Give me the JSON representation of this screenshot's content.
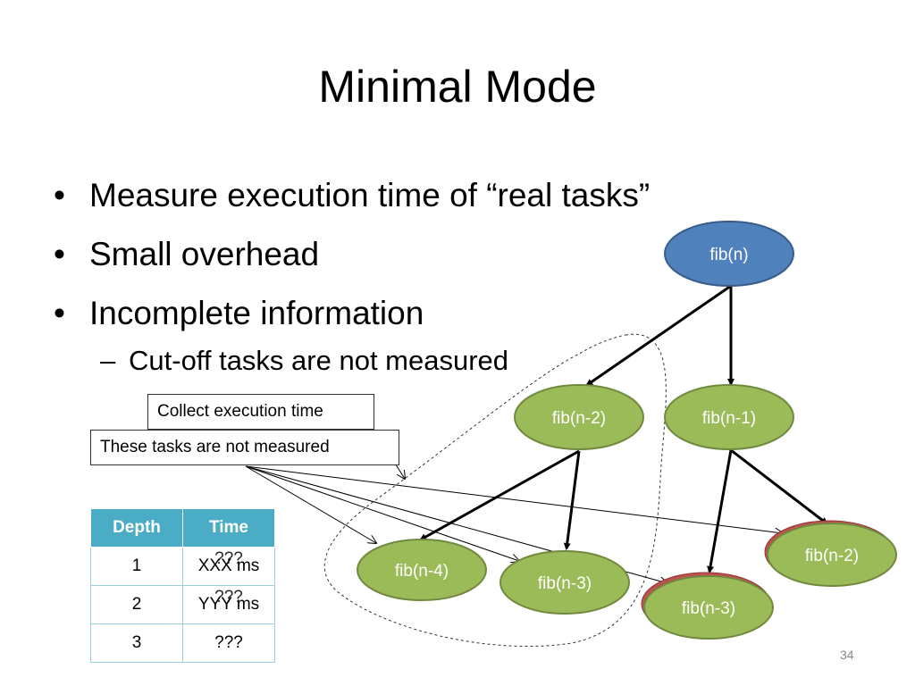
{
  "slide": {
    "title": "Minimal Mode",
    "bullets": [
      "Measure execution time of “real tasks”",
      "Small overhead",
      "Incomplete information"
    ],
    "sub_bullet": "Cut-off tasks are not measured",
    "callouts": {
      "collect": "Collect execution time",
      "not_measured": "These tasks are not measured"
    },
    "page_number": "34"
  },
  "table": {
    "headers": [
      "Depth",
      "Time"
    ],
    "rows": [
      {
        "depth": "1",
        "time": "XXX ms",
        "time_overlay": "???"
      },
      {
        "depth": "2",
        "time": "YYY ms",
        "time_overlay": "???"
      },
      {
        "depth": "3",
        "time": "???",
        "time_overlay": ""
      }
    ]
  },
  "tree": {
    "root": "fib(n)",
    "n2_top": "fib(n-2)",
    "n1": "fib(n-1)",
    "n4": "fib(n-4)",
    "n3_left": "fib(n-3)",
    "n3_right": "fib(n-3)",
    "n2_right": "fib(n-2)"
  },
  "colors": {
    "root_fill": "#4f81bd",
    "node_fill": "#9bbb59",
    "node_stroke": "#71893f",
    "shadow_fill": "#c0504d",
    "table_header": "#4bacc6"
  }
}
